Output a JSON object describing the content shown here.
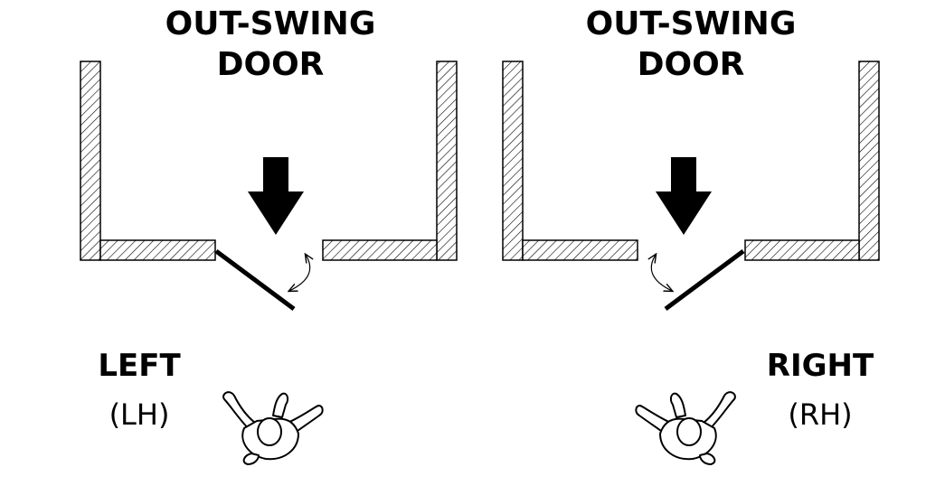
{
  "diagrams": [
    {
      "title_line1": "OUT-SWING",
      "title_line2": "DOOR",
      "hand_label": "LEFT",
      "hand_abbr": "(LH)"
    },
    {
      "title_line1": "OUT-SWING",
      "title_line2": "DOOR",
      "hand_label": "RIGHT",
      "hand_abbr": "(RH)"
    }
  ],
  "icons": [
    "down-arrow-icon",
    "swing-arc-icon",
    "person-top-view-icon"
  ],
  "colors": {
    "ink": "#000000",
    "background": "#ffffff"
  }
}
